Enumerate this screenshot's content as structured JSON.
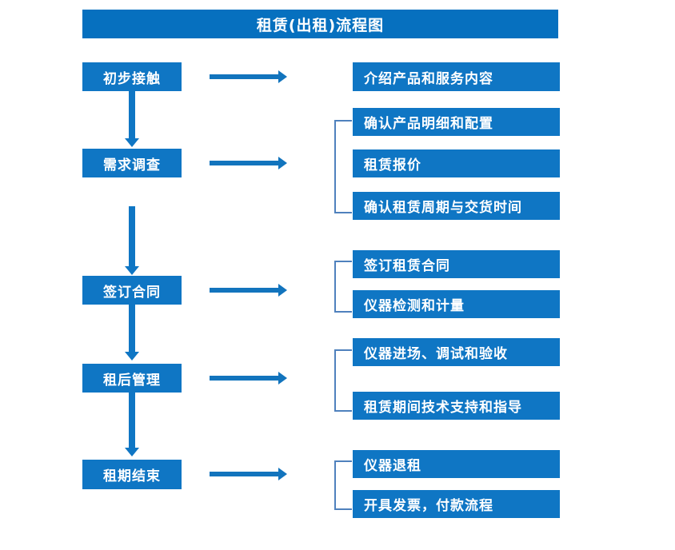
{
  "diagram": {
    "title": "租赁(出租)流程图",
    "colors": {
      "title_bar": "#0670bf",
      "box": "#0f76c4",
      "box_text": "#ffffff",
      "arrow": "#1274bd",
      "bracket": "#4f81bd",
      "background": "#ffffff"
    },
    "stages": [
      {
        "id": "stage-1",
        "label": "初步接触",
        "details": [
          {
            "label": "介绍产品和服务内容"
          }
        ],
        "has_bracket": false
      },
      {
        "id": "stage-2",
        "label": "需求调查",
        "details": [
          {
            "label": "确认产品明细和配置"
          },
          {
            "label": "租赁报价"
          },
          {
            "label": "确认租赁周期与交货时间"
          }
        ],
        "has_bracket": true
      },
      {
        "id": "stage-3",
        "label": "签订合同",
        "details": [
          {
            "label": "签订租赁合同"
          },
          {
            "label": "仪器检测和计量"
          }
        ],
        "has_bracket": true
      },
      {
        "id": "stage-4",
        "label": "租后管理",
        "details": [
          {
            "label": "仪器进场、调试和验收"
          },
          {
            "label": "租赁期间技术支持和指导"
          }
        ],
        "has_bracket": true
      },
      {
        "id": "stage-5",
        "label": "租期结束",
        "details": [
          {
            "label": "仪器退租"
          },
          {
            "label": "开具发票，付款流程"
          }
        ],
        "has_bracket": true
      }
    ]
  }
}
